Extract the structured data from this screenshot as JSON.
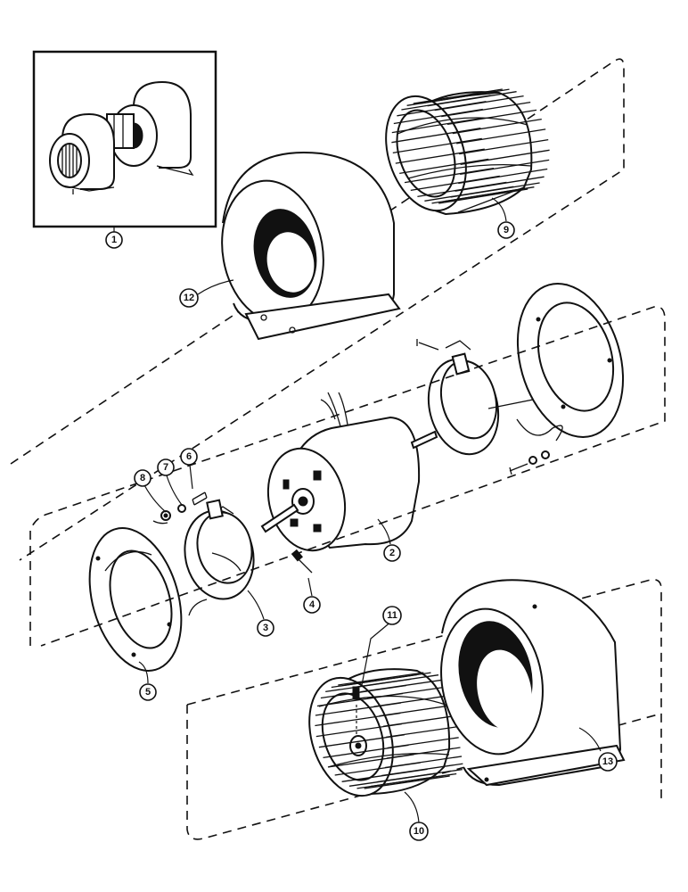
{
  "diagram": {
    "type": "exploded-parts-view",
    "callouts": [
      {
        "id": "c1",
        "label": "1"
      },
      {
        "id": "c2",
        "label": "2"
      },
      {
        "id": "c3",
        "label": "3"
      },
      {
        "id": "c4",
        "label": "4"
      },
      {
        "id": "c5",
        "label": "5"
      },
      {
        "id": "c6",
        "label": "6"
      },
      {
        "id": "c7",
        "label": "7"
      },
      {
        "id": "c8",
        "label": "8"
      },
      {
        "id": "c9",
        "label": "9"
      },
      {
        "id": "c10",
        "label": "10"
      },
      {
        "id": "c11",
        "label": "11"
      },
      {
        "id": "c12",
        "label": "12"
      },
      {
        "id": "c13",
        "label": "13"
      }
    ]
  },
  "colors": {
    "ink": "#111111",
    "paper": "#ffffff"
  }
}
